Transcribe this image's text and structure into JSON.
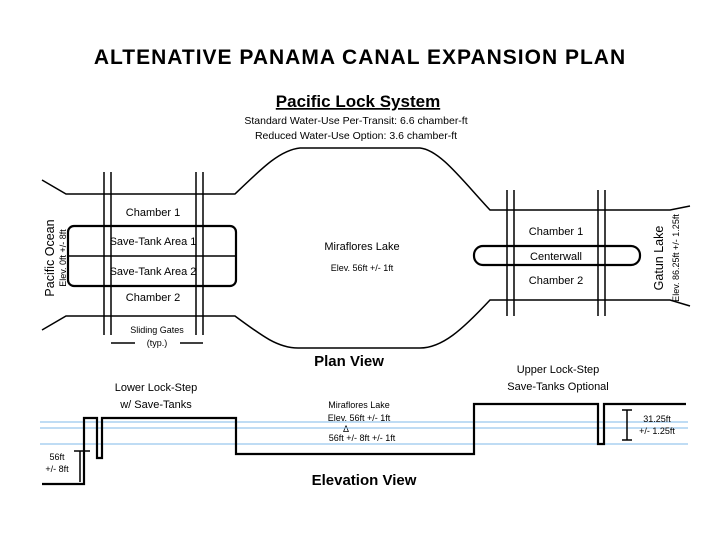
{
  "title": "ALTENATIVE PANAMA CANAL EXPANSION PLAN",
  "subtitle": "Pacific Lock System",
  "notes": {
    "standard": "Standard Water-Use Per-Transit: 6.6 chamber-ft",
    "reduced": "Reduced Water-Use Option: 3.6 chamber-ft"
  },
  "plan": {
    "left_lock": {
      "chamber1": "Chamber 1",
      "save_tank_1": "Save-Tank Area 1",
      "save_tank_2": "Save-Tank Area 2",
      "chamber2": "Chamber 2",
      "gates_line1": "Sliding Gates",
      "gates_line2": "(typ.)"
    },
    "lake": {
      "name": "Miraflores Lake",
      "elev": "Elev. 56ft +/- 1ft"
    },
    "right_lock": {
      "chamber1": "Chamber 1",
      "centerwall": "Centerwall",
      "chamber2": "Chamber 2"
    },
    "pacific": {
      "name": "Pacific Ocean",
      "elev": "Elev. 0ft +/- 8ft"
    },
    "gatun": {
      "name": "Gatun Lake",
      "elev": "Elev. 86.25ft +/- 1.25ft"
    },
    "view_label": "Plan View"
  },
  "elevation": {
    "lower_line1": "Lower Lock-Step",
    "lower_line2": "w/ Save-Tanks",
    "upper_line1": "Upper Lock-Step",
    "upper_line2": "Save-Tanks Optional",
    "lake_name": "Miraflores Lake",
    "lake_elev": "Elev. 56ft +/- 1ft",
    "delta": "Δ",
    "delta_value": "56ft +/- 8ft +/- 1ft",
    "left_dim_1": "56ft",
    "left_dim_2": "+/- 8ft",
    "right_dim_1": "31.25ft",
    "right_dim_2": "+/- 1.25ft",
    "view_label": "Elevation View"
  }
}
